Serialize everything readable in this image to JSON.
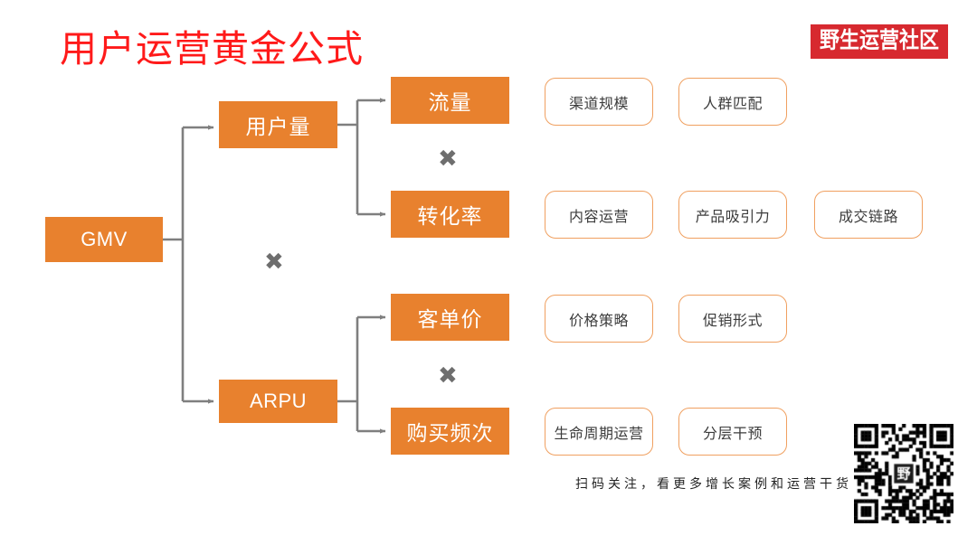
{
  "header": {
    "title": "用户运营黄金公式",
    "title_color": "#FF1A1A",
    "brand_label": "野生运营社区",
    "brand_bg": "#D7292F"
  },
  "theme": {
    "node_fill": "#E8812E",
    "node_text": "#FFFFFF",
    "pill_border": "#F0A060",
    "pill_text": "#3C3C3C",
    "wire_color": "#7F7F7F",
    "multiply_color": "#6E6E6E"
  },
  "nodes": {
    "root": {
      "label": "GMV"
    },
    "user_volume": {
      "label": "用户量"
    },
    "arpu": {
      "label": "ARPU"
    },
    "traffic": {
      "label": "流量"
    },
    "conversion": {
      "label": "转化率"
    },
    "aov": {
      "label": "客单价"
    },
    "frequency": {
      "label": "购买频次"
    }
  },
  "operators": {
    "root_mult": "✖",
    "user_mult": "✖",
    "arpu_mult": "✖"
  },
  "factors": {
    "traffic": [
      {
        "label": "渠道规模"
      },
      {
        "label": "人群匹配"
      }
    ],
    "conversion": [
      {
        "label": "内容运营"
      },
      {
        "label": "产品吸引力"
      },
      {
        "label": "成交链路"
      }
    ],
    "aov": [
      {
        "label": "价格策略"
      },
      {
        "label": "促销形式"
      }
    ],
    "frequency": [
      {
        "label": "生命周期运营"
      },
      {
        "label": "分层干预"
      }
    ]
  },
  "footer": {
    "caption": "扫码关注，看更多增长案例和运营干货",
    "qr_center_glyph": "野"
  }
}
